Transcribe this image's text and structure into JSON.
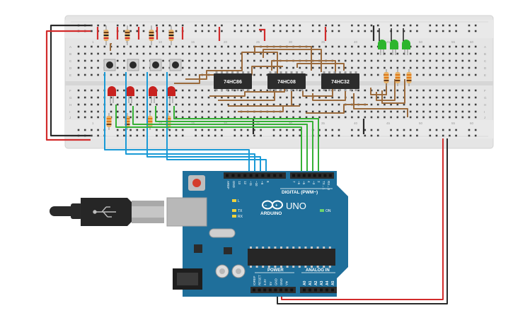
{
  "breadboard": {
    "row_letters_top": [
      "A",
      "B",
      "C",
      "D",
      "E"
    ],
    "row_letters_bottom": [
      "F",
      "G",
      "H",
      "I",
      "J"
    ],
    "column_numbers": [
      "1",
      "5",
      "10",
      "15",
      "20",
      "25",
      "30",
      "35",
      "40",
      "45",
      "50",
      "55",
      "60"
    ]
  },
  "chips": [
    {
      "id": "u1",
      "label": "74HC86"
    },
    {
      "id": "u2",
      "label": "74HC08"
    },
    {
      "id": "u3",
      "label": "74HC32"
    }
  ],
  "arduino": {
    "logo_text": "ARDUINO",
    "model_text": "UNO",
    "digital_label": "DIGITAL (PWM~)",
    "power_label": "POWER",
    "analog_label": "ANALOG IN",
    "on_label": "ON",
    "l_label": "L",
    "tx_label": "TX",
    "rx_label": "RX",
    "pins_top": [
      "AREF",
      "GND",
      "13",
      "12",
      "~11",
      "~10",
      "~9",
      "8",
      "7",
      "~6",
      "~5",
      "4",
      "~3",
      "2",
      "TX→1",
      "RX←0"
    ],
    "pins_power": [
      "IOREF",
      "RESET",
      "3.3V",
      "5V",
      "GND",
      "GND",
      "Vin"
    ],
    "pins_analog": [
      "A0",
      "A1",
      "A2",
      "A3",
      "A4",
      "A5"
    ]
  },
  "colors": {
    "board_bg": "#e6e6e6",
    "arduino_blue": "#1f6f9b",
    "wire_red": "#d22b2b",
    "wire_black": "#2a2a2a",
    "wire_blue": "#1a9ad6",
    "wire_green": "#36b136",
    "wire_brown": "#9b6b3d",
    "led_red": "#c8211e",
    "led_green": "#2db52d",
    "chip_body": "#2c2c2c"
  }
}
